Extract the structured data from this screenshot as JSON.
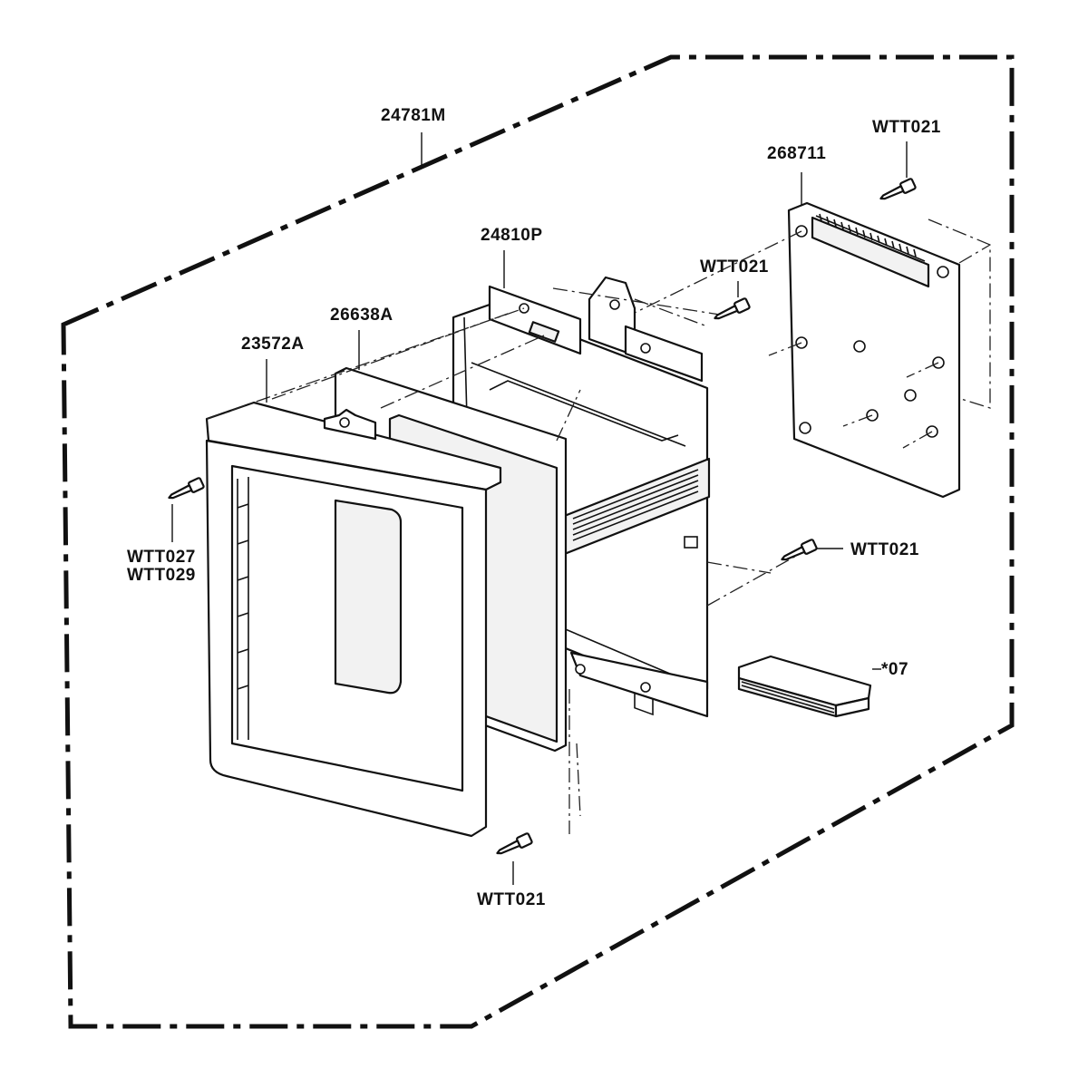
{
  "diagram": {
    "labels": {
      "assembly": "24781M",
      "frame_bracket": "24810P",
      "insulation": "26638A",
      "front_trim": "23572A",
      "control_board": "268711",
      "screw_top_right": "WTT021",
      "screw_mid": "WTT021",
      "screw_right": "WTT021",
      "screw_bottom": "WTT021",
      "screw_left_a": "WTT027",
      "screw_left_b": "WTT029",
      "pad": "*07"
    }
  }
}
